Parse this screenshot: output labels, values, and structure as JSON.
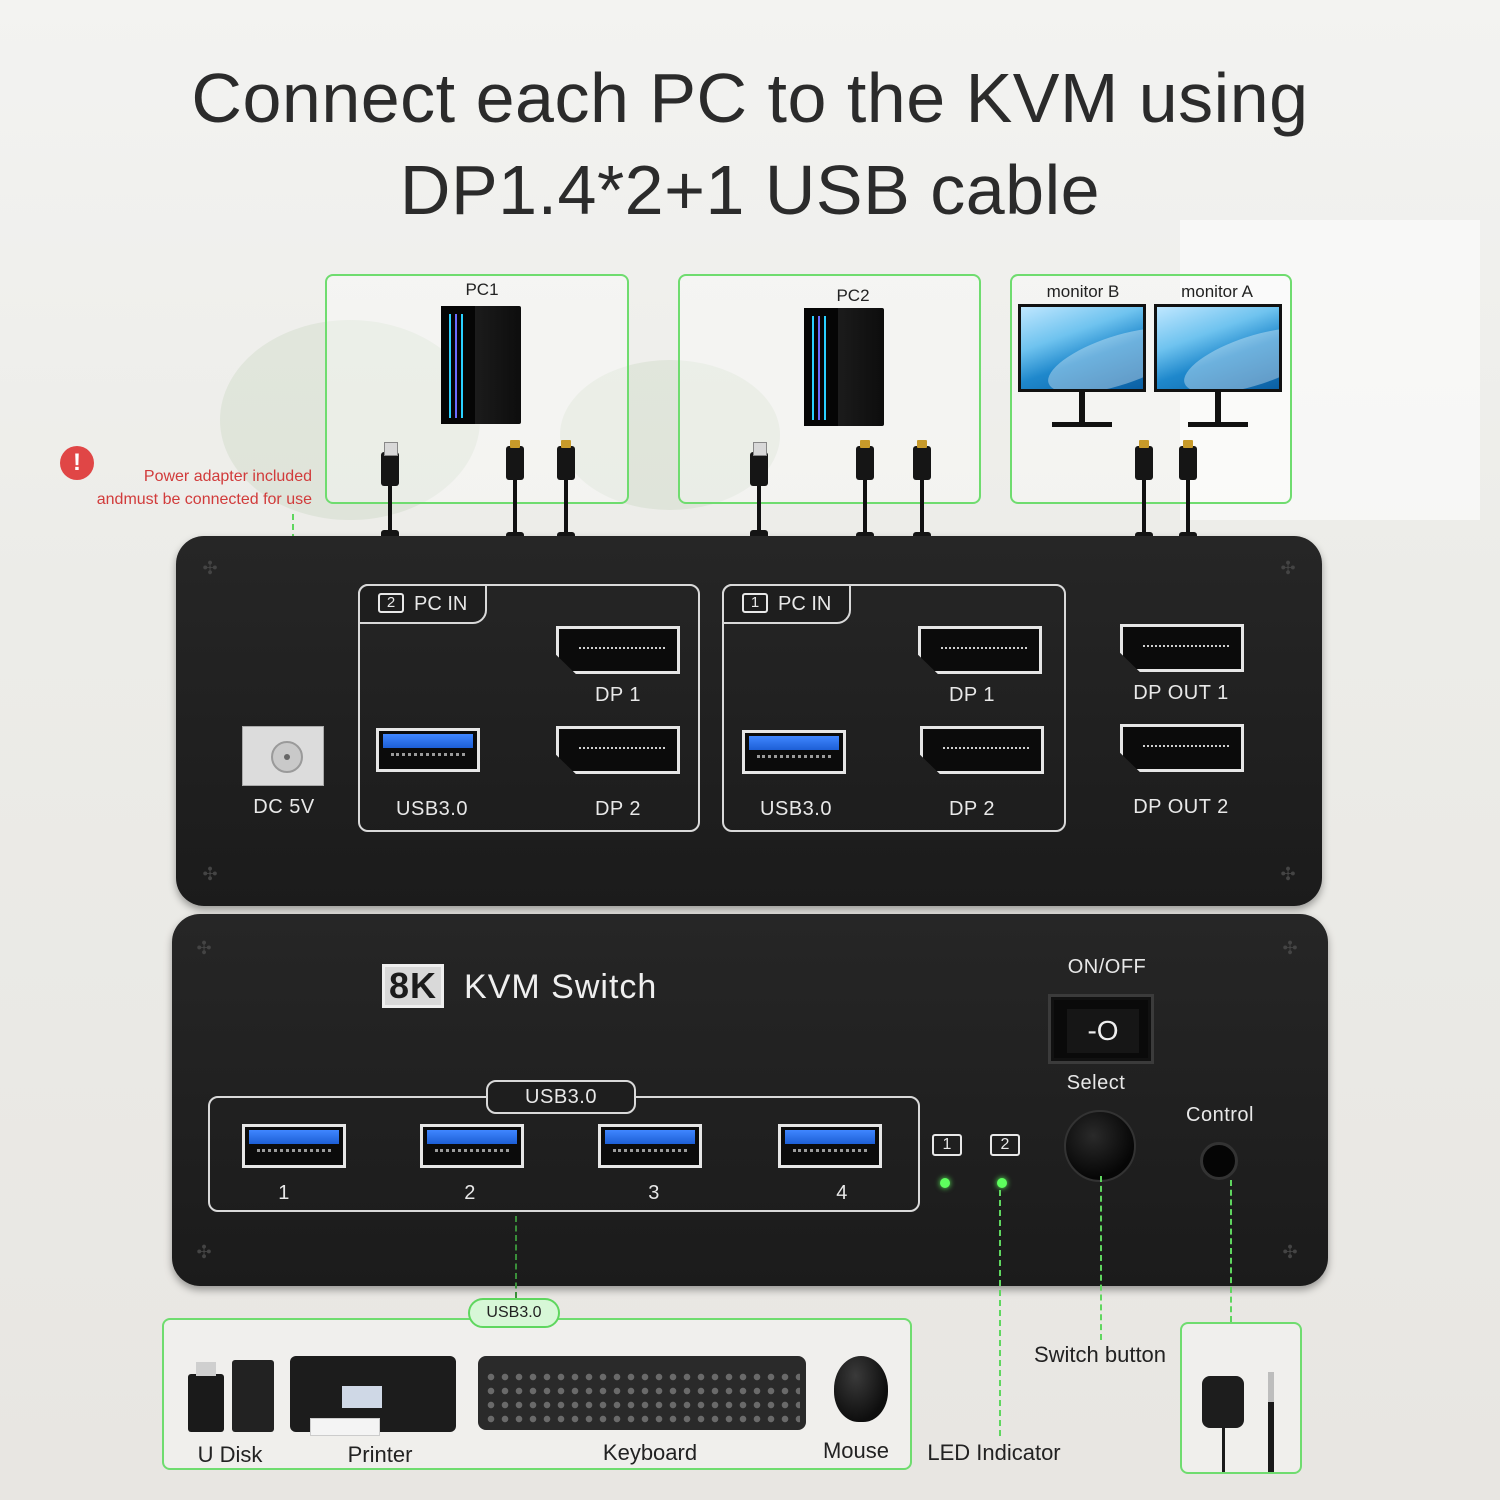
{
  "title": {
    "line1": "Connect each PC to the KVM using",
    "line2": "DP1.4*2+1 USB cable"
  },
  "top_boxes": {
    "pc1_label": "PC1",
    "pc2_label": "PC2",
    "monitor_b_label": "monitor B",
    "monitor_a_label": "monitor A"
  },
  "warning": {
    "icon": "!",
    "line1": "Power adapter included",
    "line2": "andmust be connected for use"
  },
  "rear_panel": {
    "dc_label": "DC 5V",
    "groups": [
      {
        "badge": "2",
        "tab": "PC IN",
        "dp1": "DP 1",
        "dp2": "DP 2",
        "usb": "USB3.0"
      },
      {
        "badge": "1",
        "tab": "PC IN",
        "dp1": "DP 1",
        "dp2": "DP 2",
        "usb": "USB3.0"
      }
    ],
    "out1": "DP OUT 1",
    "out2": "DP OUT 2"
  },
  "front_panel": {
    "badge": "8K",
    "title": "KVM Switch",
    "on_off": "ON/OFF",
    "rocker": "-O",
    "select": "Select",
    "control": "Control",
    "usb_group": "USB3.0",
    "usb_ports": [
      "1",
      "2",
      "3",
      "4"
    ],
    "led_nums": [
      "1",
      "2"
    ]
  },
  "callouts": {
    "usb_pill": "USB3.0",
    "switch_button": "Switch button",
    "led_indicator": "LED Indicator"
  },
  "devices": {
    "udisk": "U Disk",
    "printer": "Printer",
    "keyboard": "Keyboard",
    "mouse": "Mouse"
  },
  "colors": {
    "accent_green": "#6fdc6f",
    "warning_red": "#d13b3b",
    "panel": "#1f1f1f",
    "usb_blue": "#2e6fe8",
    "led": "#5eff5e"
  }
}
